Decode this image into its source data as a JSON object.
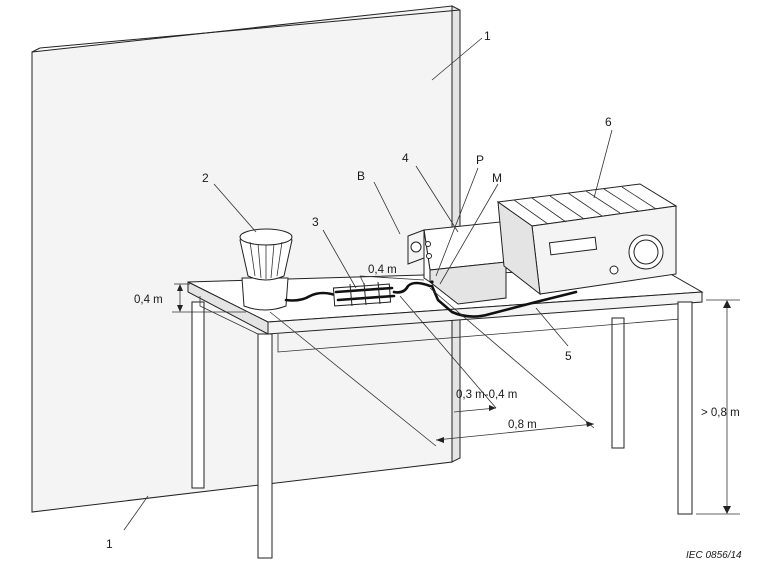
{
  "labels": {
    "wall_top": "1",
    "wall_bottom": "1",
    "antenna": "2",
    "cable_bundle": "3",
    "line_stabilization": "4",
    "cable_route": "5",
    "equipment": "6",
    "point_b": "B",
    "point_p": "P",
    "point_m": "M"
  },
  "dimensions": {
    "cable_offset": "0,4 m",
    "edge_distance": "0,4 m",
    "bundle_gap": "0,3 m-0,4 m",
    "separation": "0,8 m",
    "table_height": "> 0,8 m"
  },
  "reference": "IEC  0856/14"
}
